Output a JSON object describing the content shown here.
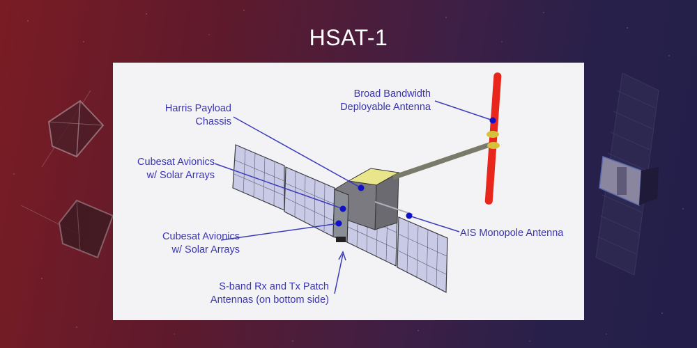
{
  "slide": {
    "title": "HSAT-1",
    "colors": {
      "background_left": "#7a1c24",
      "background_right": "#231f4a",
      "panel": "#f3f2f4",
      "label_text": "#3a35b0",
      "leader_line": "#3b3cb8",
      "marker_dot": "#1010c8",
      "antenna_red": "#e8261c",
      "payload_yellow": "#f0e68a"
    }
  },
  "diagram": {
    "labels": {
      "harris_payload": [
        "Harris Payload",
        "Chassis"
      ],
      "cubesat_avionics_top": [
        "Cubesat Avionics",
        "w/ Solar Arrays"
      ],
      "cubesat_avionics_bottom": [
        "Cubesat Avionics",
        "w/ Solar Arrays"
      ],
      "broad_bandwidth": [
        "Broad Bandwidth",
        "Deployable Antenna"
      ],
      "ais_monopole": [
        "AIS Monopole Antenna"
      ],
      "s_band": [
        "S-band Rx and Tx Patch",
        "Antennas (on bottom side)"
      ]
    }
  }
}
